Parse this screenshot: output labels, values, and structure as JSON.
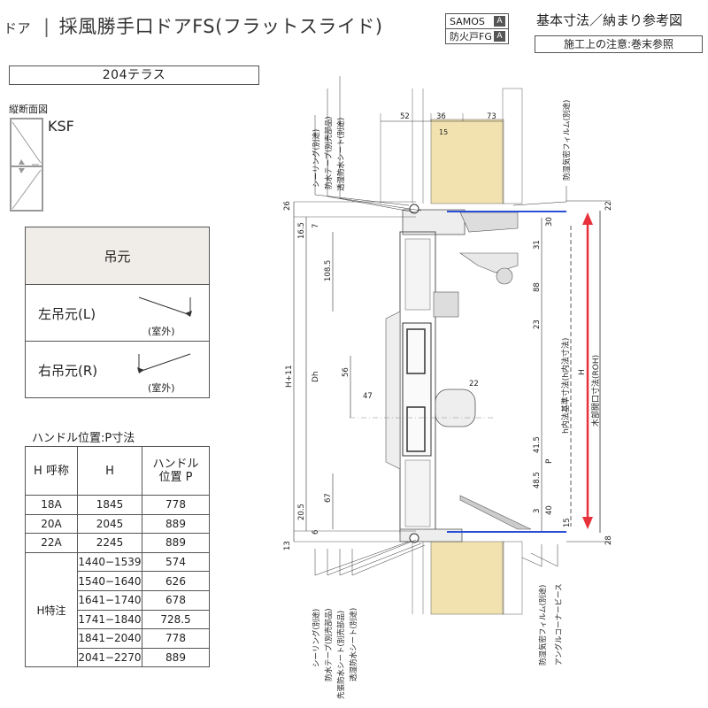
{
  "header": {
    "title_prefix": "ドア",
    "title": "採風勝手口ドアFS(フラットスライド)",
    "badges": [
      {
        "label": "SAMOS",
        "mark": "A"
      },
      {
        "label": "防火戸FG",
        "mark": "A"
      }
    ],
    "reference": "基本寸法／納まり参考図",
    "note": "施工上の注意:巻末参照"
  },
  "series": "204テラス",
  "section": {
    "title": "縦断面図",
    "model": "KSF"
  },
  "hanging_table": {
    "header": "吊元",
    "rows": [
      {
        "label": "左吊元(L)",
        "sub": "(室外)"
      },
      {
        "label": "右吊元(R)",
        "sub": "(室外)"
      }
    ]
  },
  "handle_table": {
    "title": "ハンドル位置:P寸法",
    "columns": [
      "H 呼称",
      "H",
      "ハンドル\n位置 P"
    ],
    "rows": [
      {
        "name": "18A",
        "h": "1845",
        "p": "778"
      },
      {
        "name": "20A",
        "h": "2045",
        "p": "889"
      },
      {
        "name": "22A",
        "h": "2245",
        "p": "889"
      }
    ],
    "special": {
      "name": "H特注",
      "rows": [
        {
          "h": "1440−1539",
          "p": "574"
        },
        {
          "h": "1540−1640",
          "p": "626"
        },
        {
          "h": "1641−1740",
          "p": "678"
        },
        {
          "h": "1741−1840",
          "p": "728.5"
        },
        {
          "h": "1841−2040",
          "p": "778"
        },
        {
          "h": "2041−2270",
          "p": "889"
        }
      ]
    }
  },
  "diagram": {
    "top_dims": [
      "52",
      "36",
      "73"
    ],
    "wall_dim": "15",
    "callouts_top": [
      "シーリング(別途)",
      "防水テープ(別売部品)",
      "透湿防水シート(別途)"
    ],
    "film_top": "防湿気密フィルム(別途)",
    "callouts_bottom": [
      "シーリング(別途)",
      "防水テープ(別売部品)",
      "先張防水シート(別売部品)",
      "透湿防水シート(別途)"
    ],
    "film_bottom": "防湿気密フィルム(別途)",
    "angle_bead": "アングルコーナービース",
    "left_dims": {
      "d26": "26",
      "d7": "7",
      "d16_5": "16.5",
      "d108_5": "108.5",
      "d56": "56",
      "d47": "47",
      "d67": "67",
      "d20_5": "20.5",
      "d6": "6",
      "d13": "13"
    },
    "vertical_labels": {
      "h11": "H+11",
      "dh": "Dh"
    },
    "right_dims": {
      "d30": "30",
      "d31": "31",
      "d88": "88",
      "d23": "23",
      "d22": "22",
      "d41_5": "41.5",
      "d48_5": "48.5",
      "d3": "3",
      "d40": "40",
      "d15": "15",
      "top22": "22",
      "bot28": "28"
    },
    "p_label": "P",
    "h_label": "H",
    "inner_label": "h内法基準寸法(h内法寸法)",
    "rough_label": "木部開口寸法(ROH)",
    "colors": {
      "accent_red": "#e8313a",
      "accent_blue": "#2a4fd6",
      "wood": "#f2e2b0"
    }
  }
}
